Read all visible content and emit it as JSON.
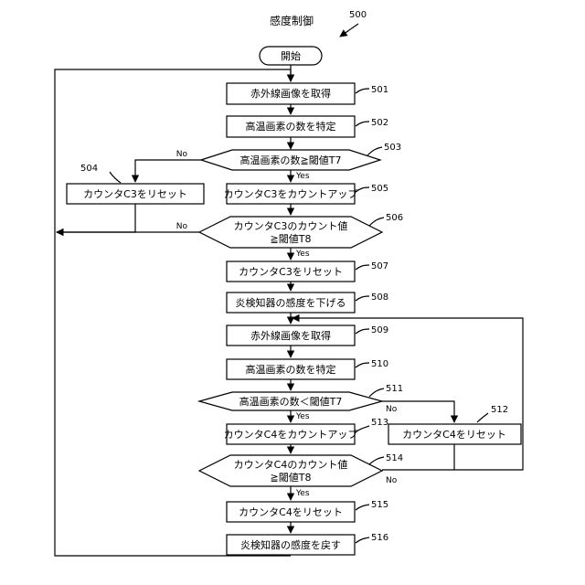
{
  "title": "感度制御",
  "fig_ref": "500",
  "start": "開始",
  "steps": {
    "s501": {
      "text": "赤外線画像を取得",
      "ref": "501"
    },
    "s502": {
      "text": "高温画素の数を特定",
      "ref": "502"
    },
    "s503": {
      "text": "高温画素の数≧閾値T7",
      "ref": "503"
    },
    "s504": {
      "text": "カウンタC3をリセット",
      "ref": "504"
    },
    "s505": {
      "text": "カウンタC3をカウントアップ",
      "ref": "505"
    },
    "s506": {
      "line1": "カウンタC3のカウント値",
      "line2": "≧閾値T8",
      "ref": "506"
    },
    "s507": {
      "text": "カウンタC3をリセット",
      "ref": "507"
    },
    "s508": {
      "text": "炎検知器の感度を下げる",
      "ref": "508"
    },
    "s509": {
      "text": "赤外線画像を取得",
      "ref": "509"
    },
    "s510": {
      "text": "高温画素の数を特定",
      "ref": "510"
    },
    "s511": {
      "text": "高温画素の数＜閾値T7",
      "ref": "511"
    },
    "s512": {
      "text": "カウンタC4をリセット",
      "ref": "512"
    },
    "s513": {
      "text": "カウンタC4をカウントアップ",
      "ref": "513"
    },
    "s514": {
      "line1": "カウンタC4のカウント値",
      "line2": "≧閾値T8",
      "ref": "514"
    },
    "s515": {
      "text": "カウンタC4をリセット",
      "ref": "515"
    },
    "s516": {
      "text": "炎検知器の感度を戻す",
      "ref": "516"
    }
  },
  "labels": {
    "yes": "Yes",
    "no": "No"
  }
}
